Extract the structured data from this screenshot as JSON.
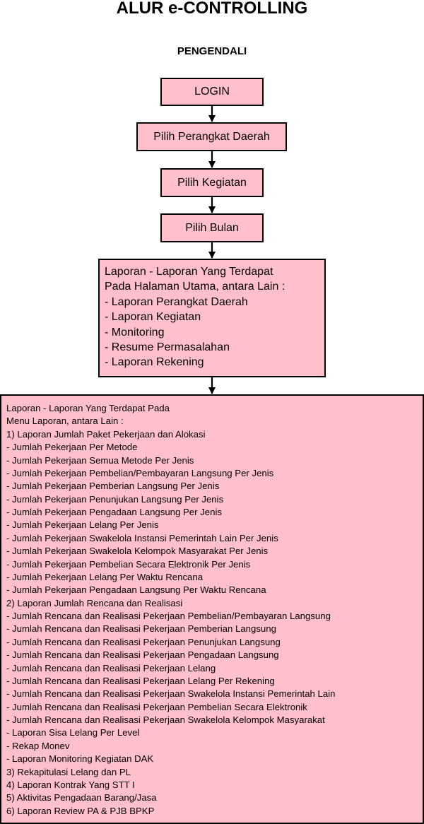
{
  "title": "ALUR e-CONTROLLING",
  "subtitle": "PENGENDALI",
  "steps": [
    "LOGIN",
    "Pilih Perangkat Daerah",
    "Pilih Kegiatan",
    "Pilih Bulan"
  ],
  "reports_box": {
    "lines": [
      "Laporan - Laporan Yang Terdapat",
      "Pada Halaman Utama, antara Lain :",
      "- Laporan Perangkat Daerah",
      "- Laporan Kegiatan",
      "- Monitoring",
      "- Resume Permasalahan",
      "- Laporan Rekening"
    ]
  },
  "menu_box": {
    "lines": [
      "Laporan - Laporan Yang Terdapat Pada",
      "Menu Laporan, antara Lain :",
      "1) Laporan Jumlah Paket Pekerjaan dan Alokasi",
      "- Jumlah Pekerjaan Per Metode",
      "- Jumlah Pekerjaan Semua Metode Per Jenis",
      "- Jumlah Pekerjaan Pembelian/Pembayaran Langsung Per Jenis",
      "- Jumlah Pekerjaan Pemberian Langsung Per Jenis",
      "- Jumlah Pekerjaan Penunjukan Langsung Per Jenis",
      "- Jumlah Pekerjaan Pengadaan Langsung Per Jenis",
      "- Jumlah Pekerjaan Lelang Per Jenis",
      "- Jumlah Pekerjaan Swakelola Instansi Pemerintah Lain Per Jenis",
      "- Jumlah Pekerjaan Swakelola Kelompok Masyarakat Per Jenis",
      "- Jumlah Pekerjaan Pembelian Secara Elektronik Per Jenis",
      "- Jumlah Pekerjaan Lelang Per Waktu Rencana",
      "- Jumlah Pekerjaan Pengadaan Langsung Per Waktu Rencana",
      "2) Laporan Jumlah Rencana dan Realisasi",
      "- Jumlah Rencana dan Realisasi Pekerjaan Pembelian/Pembayaran Langsung",
      "- Jumlah Rencana dan Realisasi Pekerjaan Pemberian Langsung",
      "- Jumlah Rencana dan Realisasi Pekerjaan Penunjukan Langsung",
      "- Jumlah Rencana dan Realisasi Pekerjaan Pengadaan Langsung",
      "- Jumlah Rencana dan Realisasi Pekerjaan Lelang",
      "- Jumlah Rencana dan Realisasi Pekerjaan Lelang Per Rekening",
      "- Jumlah Rencana dan Realisasi Pekerjaan Swakelola Instansi Pemerintah Lain",
      "- Jumlah Rencana dan Realisasi Pekerjaan Pembelian Secara Elektronik",
      "- Jumlah Rencana dan Realisasi Pekerjaan Swakelola Kelompok Masyarakat",
      "- Laporan Sisa Lelang Per Level",
      "- Rekap Monev",
      "- Laporan Monitoring Kegiatan DAK",
      "3) Rekapitulasi Lelang dan PL",
      "4) Laporan Kontrak Yang STT I",
      "5) Aktivitas Pengadaan Barang/Jasa",
      "6) Laporan Review PA & PJB BPKP"
    ]
  },
  "colors": {
    "box_fill": "#ffc0cb",
    "border": "#000000"
  }
}
